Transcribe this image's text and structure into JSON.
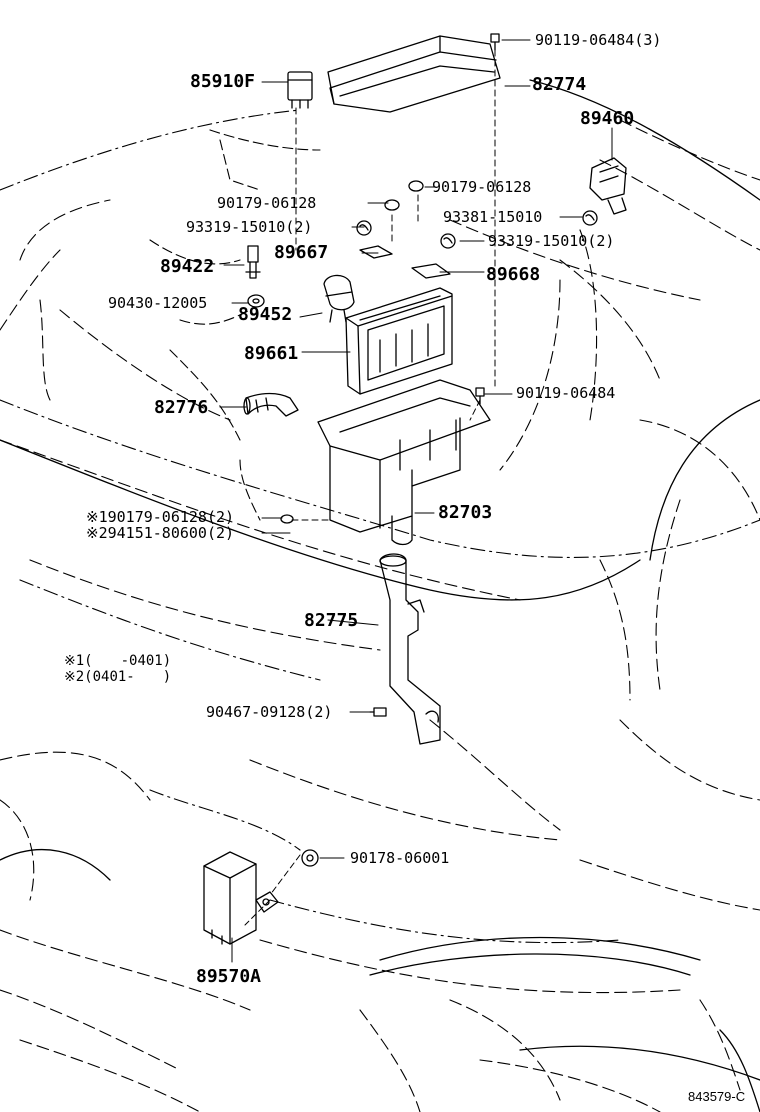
{
  "diagram": {
    "labels": {
      "p90119_06484_3": "90119-06484(3)",
      "p85910F": "85910F",
      "p82774": "82774",
      "p89460": "89460",
      "p90179_06128_a": "90179-06128",
      "p90179_06128_b": "90179-06128",
      "p93319_15010_a": "93319-15010(2)",
      "p93381_15010": "93381-15010",
      "p89667": "89667",
      "p93319_15010_b": "93319-15010(2)",
      "p89422": "89422",
      "p89668": "89668",
      "p90430_12005": "90430-12005",
      "p89452": "89452",
      "p89661": "89661",
      "p82776": "82776",
      "p90119_06484": "90119-06484",
      "p190179_06128": "※190179-06128(2)",
      "p294151_80600": "※294151-80600(2)",
      "p82703": "82703",
      "p82775": "82775",
      "note1": "※1(　　-0401)",
      "note2": "※2(0401-　　)",
      "p90467_09128": "90467-09128(2)",
      "p90178_06001": "90178-06001",
      "p89570A": "89570A",
      "ref": "843579-C"
    },
    "icon_names": [
      "bolt-icon",
      "relay-icon",
      "nut-icon",
      "clip-icon",
      "washer-icon",
      "sensor-icon",
      "ecu-icon"
    ],
    "line_color": "#000000"
  }
}
